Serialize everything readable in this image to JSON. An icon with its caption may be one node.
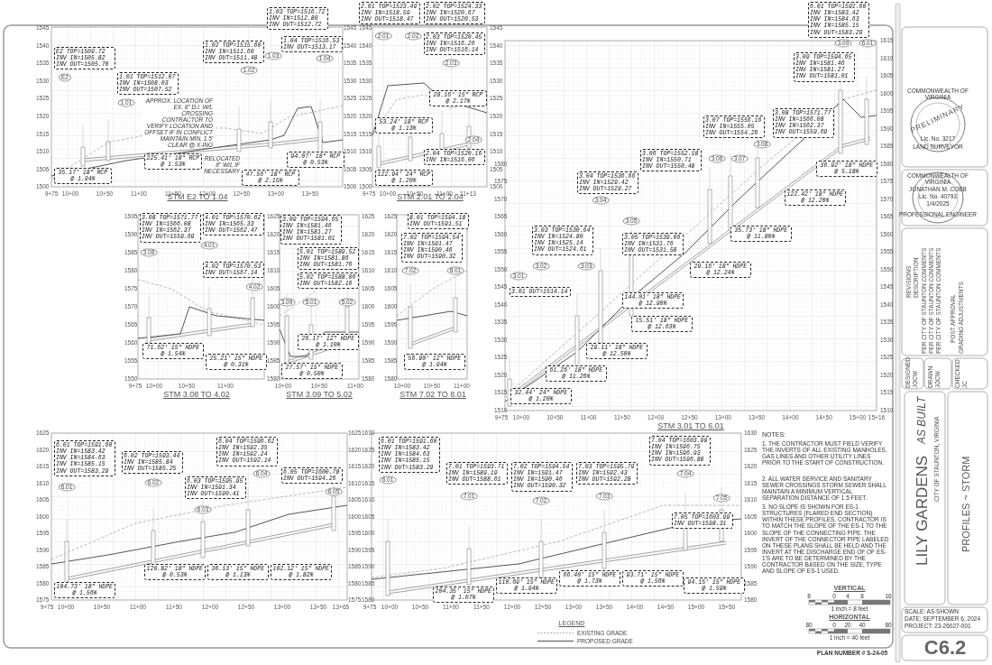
{
  "diagram": {
    "labels": [
      "1545",
      "1540",
      "1535",
      "1530",
      "1525",
      "1520",
      "1515",
      "1510",
      "1505",
      "1500",
      "1545",
      "1540",
      "1535",
      "1530",
      "1525",
      "1520",
      "1515",
      "1510",
      "1505",
      "1500",
      "9+75",
      "10+00",
      "10+50",
      "11+00",
      "11+50",
      "12+00",
      "12+50",
      "13+00",
      "13+50",
      "E2",
      "1.01",
      "1.02",
      "1.03",
      "1.04",
      "E2 TOP=1509.72 INV IN=1505.82 INV OUT=1505.70",
      "1.01 TOP=1512.07 INV IN=1508.03 INV OUT=1507.52",
      "1.02 TOP=1515.60 INV IN=1511.60 INV OUT=1511.48",
      "1.03 TOP=1516.72 INV IN=1512.80 INV OUT=1512.72",
      "1.04 TOP=1516.53 INV OUT=1513.17",
      "APPROX. LOCATION OF EX. 8\" D.I. W/L CROSSING CONTRACTOR TO VERIFY LOCATION AND OFFSET IF IN CONFLICT MAINTAIN MIN. 1.5' CLEAR @ X-ING",
      "35.17' 18\" RCP @ 1.94%",
      "225.41' 18\" RCP @ 1.53%",
      "RELOCATED 8\" W/L IF NECESSARY",
      "47.56' 18\" RCP @ 2.15%",
      "94.07' 18\" RCP @ 0.53%",
      "STM E2 TO 1.04",
      "1545",
      "1540",
      "1535",
      "1530",
      "1525",
      "1520",
      "1515",
      "1510",
      "1505",
      "1500",
      "1545",
      "1540",
      "1535",
      "1530",
      "1525",
      "1520",
      "1515",
      "1510",
      "1505",
      "1500",
      "9+75",
      "10+00",
      "10+50",
      "11+00",
      "11+13",
      "2.01",
      "2.02",
      "2.03",
      "2.04",
      "2.01 TOP=1523.49 INV IN=1518.59 INV OUT=1518.47",
      "2.02 TOP=1524.33 INV IN=1520.67 INV OUT=1520.53",
      "2.03 TOP=1520.45 INV IN=1516.26 INV OUT=1516.14",
      "2.04 TOP=1520.16 INV IN=1516.06",
      "122.94' 24\" RCP @ 1.20%",
      "53.24' 18\" RCP @ 1.13%",
      "28.16' 15\" RCP @ 2.17%",
      "STM 2.01 TO 2.04",
      "1595",
      "1590",
      "1585",
      "1580",
      "1575",
      "1570",
      "1565",
      "1560",
      "1555",
      "1550",
      "9+75",
      "10+00",
      "10+50",
      "11+00",
      "3.08",
      "4.01",
      "4.02",
      "3.08 TOP=1571.77 INV IN=1566.08 INV IN=1562.37 INV OUT=1559.69",
      "4.01 TOP=1570.62 INV IN=1565.33 INV OUT=1562.47",
      "4.02 TOP=1570.53 INV OUT=1567.14",
      "71.62' 15\" HDPE @ 1.54%",
      "25.21' 15\" HDPE @ 0.31%",
      "STM 3.08 TO 4.02",
      "1625",
      "1620",
      "1615",
      "1610",
      "1605",
      "1600",
      "1595",
      "1590",
      "1585",
      "1580",
      "1625",
      "1620",
      "1615",
      "1610",
      "1605",
      "1600",
      "1595",
      "1590",
      "1585",
      "1580",
      "10+00",
      "10+50",
      "11+00",
      "3.09",
      "5.01",
      "5.02",
      "3.09 TOP=1594.65 INV IN=1581.46 INV IN=1581.27 INV OUT=1581.01",
      "5.01 TOP=1589.52 INV IN=1581.86 INV OUT=1581.76",
      "5.02 TOP=1588.06 INV OUT=1582.16",
      "27.57' 15\" HDPE @ 0.50%",
      "26.17' 12\" HDPE @ 1.10%",
      "STM 3.09 TO 5.02",
      "1625",
      "1620",
      "1615",
      "1610",
      "1605",
      "1600",
      "1595",
      "1590",
      "1585",
      "1580",
      "10+00",
      "10+50",
      "11+00",
      "7.02",
      "8.01",
      "7.02 TOP=1594.54 INV IN=1591.47 INV IN=1590.46 INV OUT=1590.32",
      "8.01 TOP=1594.18 INV OUT=1591.51",
      "56.90' 12\" HDPE @ 1.94%",
      "STM 7.02 TO 8.01",
      "1615",
      "1610",
      "1605",
      "1600",
      "1595",
      "1590",
      "1585",
      "1580",
      "1575",
      "1570",
      "1565",
      "1560",
      "1555",
      "1550",
      "1545",
      "1540",
      "1535",
      "1530",
      "1525",
      "1520",
      "1515",
      "1510",
      "1580",
      "1575",
      "1570",
      "1565",
      "1560",
      "1555",
      "1550",
      "1545",
      "1540",
      "1535",
      "1530",
      "1525",
      "1520",
      "1515",
      "1510",
      "9+75",
      "10+00",
      "10+50",
      "11+00",
      "11+50",
      "12+00",
      "12+50",
      "13+00",
      "13+50",
      "14+00",
      "14+50",
      "15+00",
      "15+16",
      "3.01",
      "3.02",
      "3.03",
      "3.04",
      "3.05",
      "3.06",
      "3.07",
      "3.08",
      "3.09",
      "6.01",
      "6.01 TOP=1591.60 INV IN=1583.42 INV IN=1584.63 INV IN=1585.15 INV OUT=1583.29",
      "3.09 TOP=1594.65 INV IN=1581.46 INV IN=1581.27 INV OUT=1581.01",
      "3.07 TOP=1556.16 INV IN=1555.05 INV OUT=1554.26",
      "3.08 TOP=1571.77 INV IN=1566.08 INV IN=1562.37 INV OUT=1559.69",
      "3.06 TOP=1552.18 INV IN=1550.71 INV OUT=1550.48",
      "3.04 TOP=1536.66 INV IN=1529.42 INV OUT=1529.27",
      "3.03 TOP=1530.64 INV IN=1524.80 INV IN=1525.14 INV OUT=1524.61",
      "3.05 TOP=1539.06 INV IN=1531.76 INV OUT=1531.58",
      "3.01 OUT=1514.14",
      "36.92' 18\" HDPE @ 5.18%",
      "122.42' 18\" HDPE @ 12.20%",
      "35.73' 18\" HDPE @ 11.80%",
      "29.16' 18\" HDPE @ 12.24%",
      "144.01' 18\" HDPE @ 12.90%",
      "15.51' 18\" HDPE @ 12.63%",
      "29.11' 18\" HDPE @ 12.50%",
      "61.26' 18\" HDPE @ 11.26%",
      "32.44' 24\" HDPE @ 1.20%",
      "STM 3.01 TO 6.01",
      "1625",
      "1620",
      "1615",
      "1610",
      "1605",
      "1600",
      "1595",
      "1590",
      "1585",
      "1580",
      "1575",
      "1625",
      "1620",
      "1615",
      "1610",
      "1605",
      "1600",
      "1595",
      "1590",
      "1585",
      "1580",
      "1575",
      "9+75",
      "10+00",
      "10+50",
      "11+00",
      "11+50",
      "12+00",
      "12+50",
      "13+00",
      "13+50",
      "13+65",
      "6.01",
      "6.02",
      "6.03",
      "6.04",
      "6.05",
      "6.01 TOP=1591.60 INV IN=1583.42 INV IN=1584.63 INV IN=1585.15 INV OUT=1583.29",
      "6.02 TOP=1593.44 INV IN=1585.84 INV OUT=1585.25",
      "6.03 TOP=1595.95 INV IN=1591.34 INV OUT=1590.41",
      "6.04 TOP=1596.62 INV IN=1592.35 INV IN=1592.24 INV OUT=1592.14",
      "6.05 TOP=1600.78 INV OUT=1594.26",
      "104.73' 18\" HDPE @ 1.56%",
      "120.82' 18\" HDPE @ 0.53%",
      "36.13' 15\" HDPE @ 1.13%",
      "102.12' 15\" HDPE @ 1.82%",
      "1630",
      "1625",
      "1620",
      "1615",
      "1610",
      "1605",
      "1600",
      "1595",
      "1590",
      "1585",
      "1580",
      "1630",
      "1625",
      "1620",
      "1615",
      "1610",
      "1605",
      "1600",
      "1595",
      "1590",
      "1585",
      "1580",
      "9+75",
      "10+00",
      "10+50",
      "11+00",
      "11+50",
      "12+00",
      "12+50",
      "13+00",
      "13+50",
      "14+00",
      "14+50",
      "15+00",
      "15+50",
      "6.01",
      "7.01",
      "7.02",
      "7.03",
      "7.04",
      "7.05",
      "6.01 TOP=1591.60 INV IN=1583.42 INV IN=1584.63 INV IN=1585.15 INV OUT=1583.29",
      "7.01 TOP=1593.71 INV IN=1589.19 INV OUT=1588.61",
      "7.02 TOP=1594.54 INV IN=1591.47 INV IN=1590.46 INV OUT=1590.32",
      "7.03 TOP=1595.79 INV IN=1592.43 INV OUT=1592.28",
      "7.04 TOP=1603.99 INV IN=1596.75 INV IN=1596.93 INV OUT=1596.88",
      "7.05 TOP=1603.99 INV OUT=1598.31",
      "204.35' 15\" HDPE @ 1.07%",
      "110.69' 15\" HDPE @ 1.94%",
      "66.40' 15\" HDPE @ 1.73%",
      "93.71' 15\" HDPE @ 1.56%",
      "94.15' 15\" HDPE @ 1.59%",
      "LEGEND",
      "NOTES:",
      "1. THE CONTRACTOR MUST FIELD VERIFY THE INVERTS OF ALL EXISTING MANHOLES, GAS LINES AND OTHER UTILITY LINES PRIOR TO THE START OF CONSTRUCTION.",
      "2. ALL WATER SERVICE AND SANITARY SEWER CROSSINGS STORM SEWER SHALL MAINTAIN A MINIMUM VERTICAL SEPARATION DISTANCE OF 1.5 FEET.",
      "3. NO SLOPE IS SHOWN FOR ES-1 STRUCTURES (FLARED END SECTION) WITHIN THESE PROFILES. CONTRACTOR IS TO MATCH THE SLOPE OF THE ES-1 TO THE SLOPE OF THE CONNECTING PIPE. THE INVERT OF THE CONNECTOR PIPE LABELED ON THESE PLANS SHALL BE HELD AND THE INVERT AT THE DISCHARGE END OF OF ES-1'S ARE TO BE DETERMINED BY THE CONTRACTOR BASED ON THE SIZE, TYPE AND SLOPE OF ES-1 USED.",
      "VERTICAL",
      "8",
      "0",
      "4",
      "8",
      "16",
      "1 inch = 8 feet",
      "HORIZONTAL",
      "80",
      "0",
      "20",
      "40",
      "80",
      "1 inch = 40 feet",
      "PLAN NUMBER # S-24-05",
      "COMMONWEALTH OF VIRGINIA",
      "PRELIMINARY",
      "Lic. No. 3217",
      "LAND SURVEYOR",
      "COMMONWEALTH OF VIRGINIA",
      "JONATHAN M. COBB",
      "Lic. No. 40793",
      "1/4/2025",
      "PROFESSIONAL ENGINEER",
      "REVISIONS",
      "DESCRIPTION",
      "PER CITY OF STAUNTON COMMENTS",
      "PER CITY OF STAUNTON COMMENTS",
      "PER CITY OF STAUNTON COMMENTS",
      "POST APPROVAL",
      "GRADING ADJUSTMENTS",
      "DESIGNED",
      "JOCW",
      "DRAWN",
      "JOCW",
      "CHECKED",
      "JC",
      "LILY GARDENS",
      "AS BUILT",
      "CITY OF STAUNTON, VIRGINIA",
      "PROFILES ~ STORM",
      "SCALE: AS SHOWN",
      "DATE: SEPTEMBER 6, 2024",
      "PROJECT: 23-26027-001",
      "C6.2"
    ],
    "legend": [
      {
        "text": "EXISTING GRADE"
      },
      {
        "text": "PROPOSED GRADE"
      }
    ]
  }
}
